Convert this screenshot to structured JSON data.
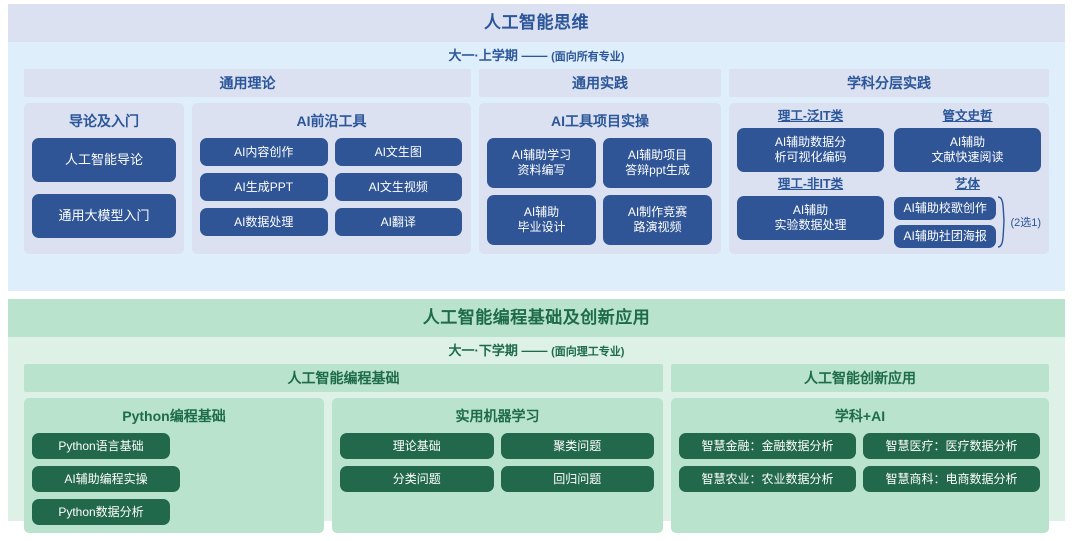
{
  "sections": [
    {
      "id": "ai-thinking",
      "title": "人工智能思维",
      "subtitle_main": "大一·上学期 ——",
      "subtitle_note": "(面向所有专业)",
      "accent": "#2b5699",
      "chip_color": "#2f5596",
      "columns": [
        {
          "header": "通用理论",
          "groups": [
            {
              "title": "导论及入门",
              "chips": [
                "人工智能导论",
                "通用大模型入门"
              ]
            },
            {
              "title": "AI前沿工具",
              "chips": [
                "AI内容创作",
                "AI文生图",
                "AI生成PPT",
                "AI文生视频",
                "AI数据处理",
                "AI翻译"
              ]
            }
          ]
        },
        {
          "header": "通用实践",
          "groups": [
            {
              "title": "AI工具项目实操",
              "chips": [
                "AI辅助学习\n资料编写",
                "AI辅助项目\n答辩ppt生成",
                "AI辅助\n毕业设计",
                "AI制作竞赛\n路演视频"
              ]
            }
          ]
        },
        {
          "header": "学科分层实践",
          "groups": [
            {
              "title": "",
              "layers": [
                {
                  "label": "理工-泛IT类",
                  "chips": [
                    "AI辅助数据分\n析可视化编码"
                  ]
                },
                {
                  "label": "管文史哲",
                  "chips": [
                    "AI辅助\n文献快速阅读"
                  ]
                },
                {
                  "label": "理工-非IT类",
                  "chips": [
                    "AI辅助\n实验数据处理"
                  ]
                },
                {
                  "label": "艺体",
                  "chips": [
                    "AI辅助校歌创作",
                    "AI辅助社团海报"
                  ],
                  "note": "(2选1)"
                }
              ]
            }
          ]
        }
      ]
    },
    {
      "id": "ai-programming",
      "title": "人工智能编程基础及创新应用",
      "subtitle_main": "大一·下学期 ——",
      "subtitle_note": "(面向理工专业)",
      "accent": "#1d6b49",
      "chip_color": "#22684b",
      "columns": [
        {
          "header": "人工智能编程基础",
          "groups": [
            {
              "title": "Python编程基础",
              "chips": [
                "Python语言基础",
                "AI辅助编程实操",
                "Python数据分析"
              ]
            },
            {
              "title": "实用机器学习",
              "chips": [
                "理论基础",
                "聚类问题",
                "分类问题",
                "回归问题"
              ]
            }
          ]
        },
        {
          "header": "人工智能创新应用",
          "groups": [
            {
              "title": "学科+AI",
              "chips": [
                "智慧金融：金融数据分析",
                "智慧医疗：医疗数据分析",
                "智慧农业：农业数据分析",
                "智慧商科：电商数据分析"
              ]
            }
          ]
        }
      ]
    }
  ]
}
